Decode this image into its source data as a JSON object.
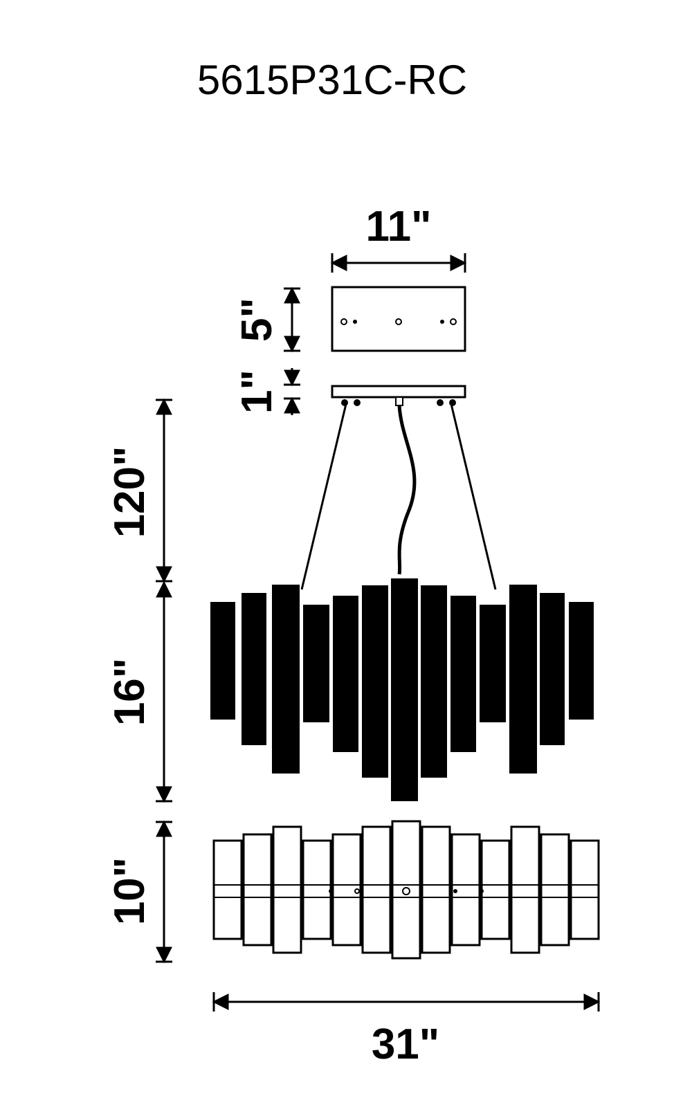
{
  "model_number": "5615P31C-RC",
  "dimensions": {
    "canopy_width": "11\"",
    "canopy_height": "5\"",
    "canopy_plate_height": "1\"",
    "max_drop": "120\"",
    "fixture_height": "16\"",
    "fixture_depth": "10\"",
    "fixture_width": "31\""
  },
  "colors": {
    "line": "#000000",
    "background": "#ffffff"
  }
}
